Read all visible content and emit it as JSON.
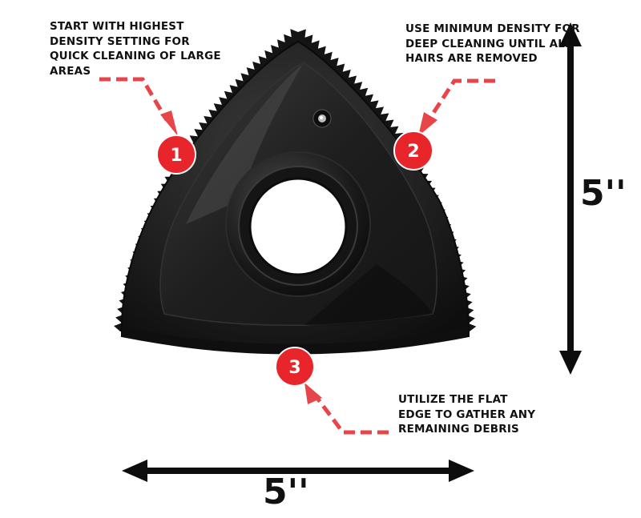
{
  "annotations": [
    {
      "number": "1",
      "lines": [
        "START WITH HIGHEST",
        "DENSITY SETTING FOR",
        "QUICK CLEANING OF LARGE",
        "AREAS"
      ]
    },
    {
      "number": "2",
      "lines": [
        "USE MINIMUM DENSITY FOR",
        "DEEP CLEANING UNTIL ALL",
        "HAIRS ARE REMOVED"
      ]
    },
    {
      "number": "3",
      "lines": [
        "UTILIZE THE FLAT",
        "EDGE TO GATHER ANY",
        "REMAINING DEBRIS"
      ]
    }
  ],
  "dimensions": {
    "height": "5''",
    "width": "5''"
  },
  "colors": {
    "accent": "#e8252b",
    "arrow_dash": "#e8454b",
    "product": "#1b1b1b",
    "text": "#111111"
  },
  "icons": {
    "badge": "numbered-circle-icon",
    "dimension_arrow": "double-headed-arrow-icon",
    "callout_arrow": "dashed-arrow-icon"
  }
}
